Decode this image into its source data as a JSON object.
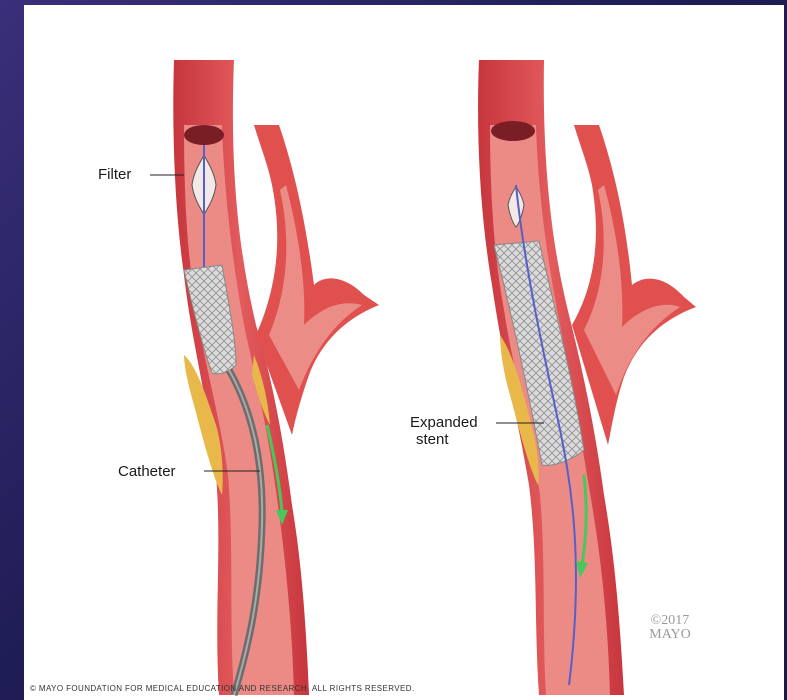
{
  "labels": {
    "filter": "Filter",
    "catheter": "Catheter",
    "expanded_stent_line1": "Expanded",
    "expanded_stent_line2": "stent"
  },
  "watermark": {
    "year": "©2017",
    "brand": "MAYO"
  },
  "copyright": "© MAYO FOUNDATION FOR MEDICAL EDUCATION AND RESEARCH. ALL RIGHTS RESERVED.",
  "colors": {
    "vessel_wall": "#d9464b",
    "vessel_lumen": "#e98a88",
    "plaque": "#e8b84a",
    "stent": "#cfcfcf",
    "catheter": "#7d7d7d",
    "guidewire": "#5560c9",
    "flow_arrow": "#45c95a",
    "slide_bg": "#231f5c"
  }
}
